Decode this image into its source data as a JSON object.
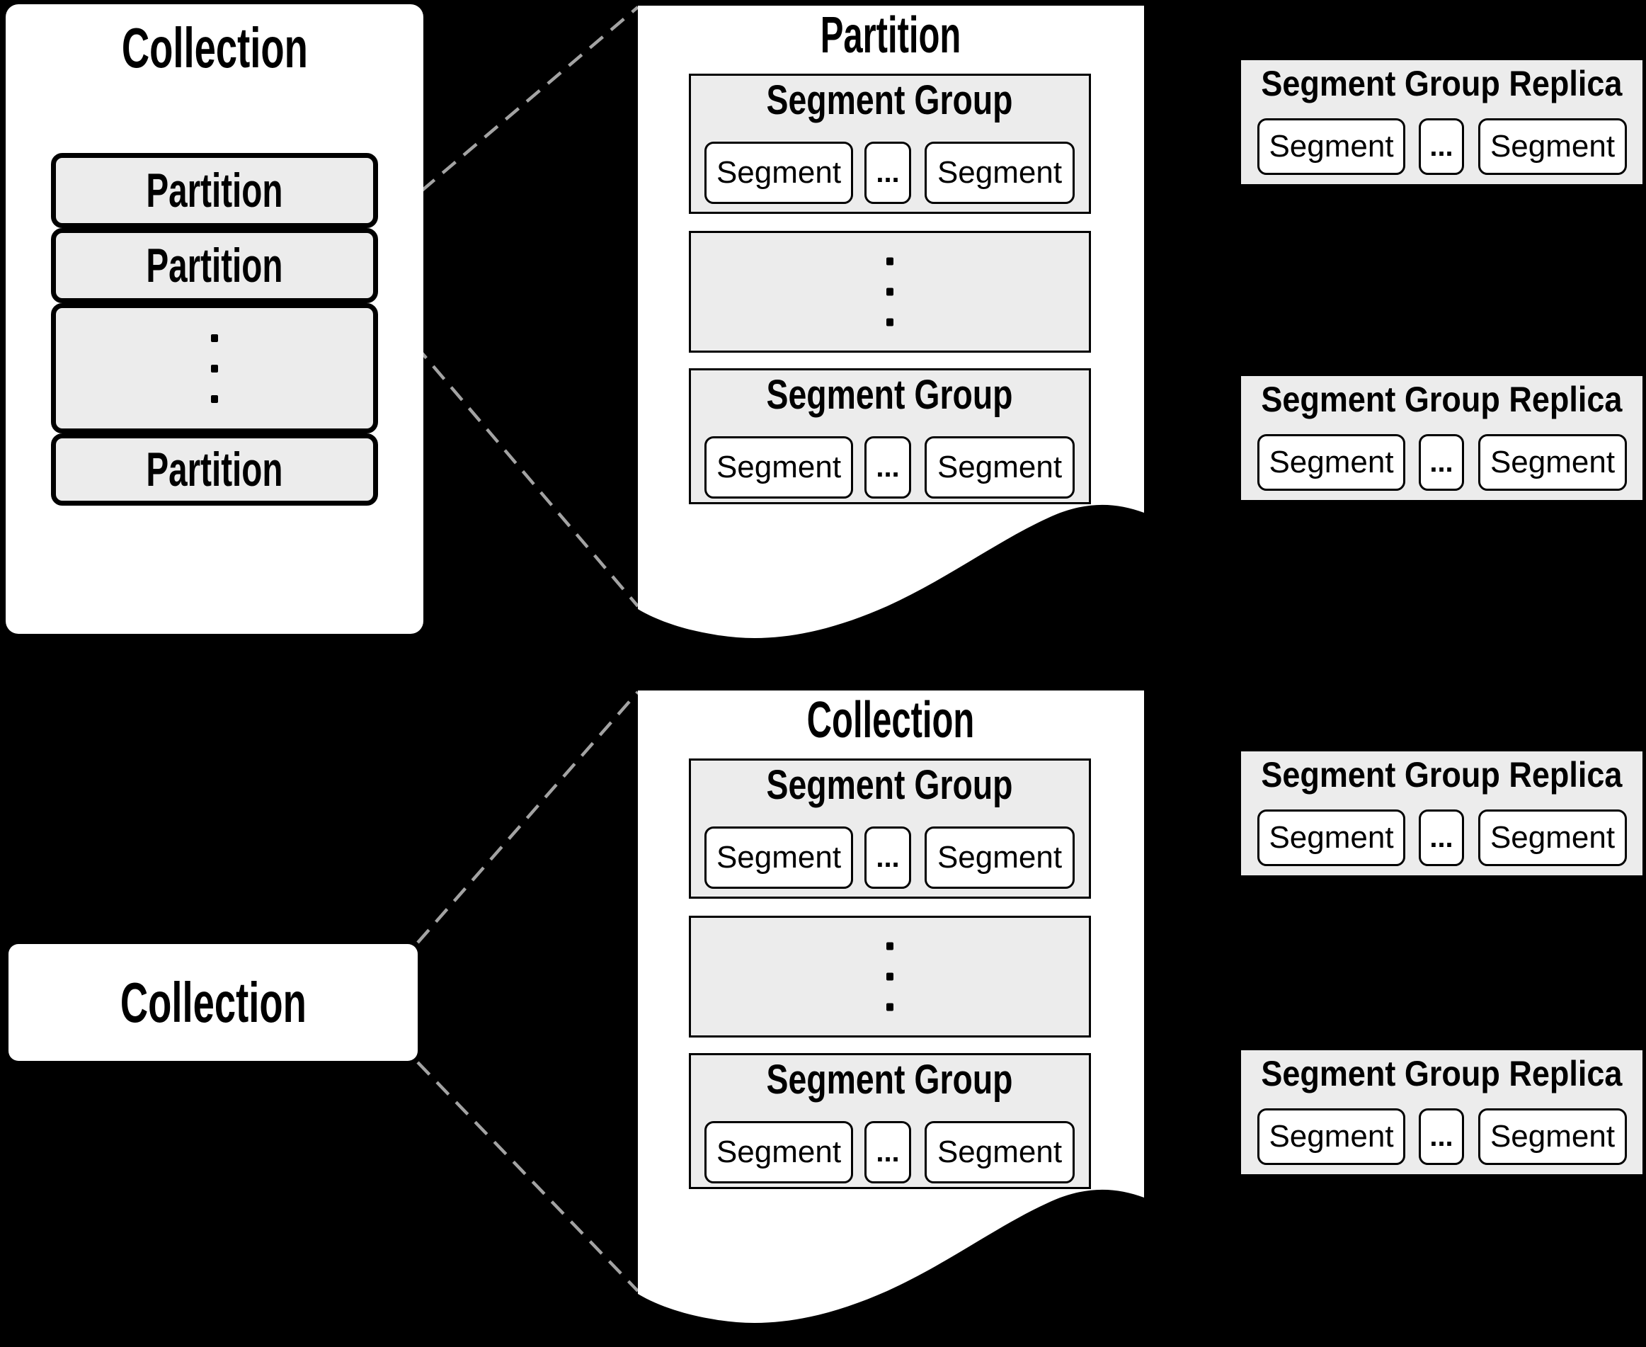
{
  "colors": {
    "background": "#000000",
    "panel_fill": "#ffffff",
    "box_fill": "#ececec",
    "border": "#000000",
    "dashed_connector": "#a3a3a3"
  },
  "collection_panel": {
    "title": "Collection",
    "partitions": [
      {
        "label": "Partition"
      },
      {
        "label": "Partition"
      },
      {
        "label": "Partition"
      }
    ]
  },
  "collection_box": {
    "title": "Collection"
  },
  "documents": [
    {
      "title": "Partition",
      "segment_groups": [
        {
          "title": "Segment Group",
          "segments": [
            "Segment",
            "...",
            "Segment"
          ]
        },
        {
          "title": "Segment Group",
          "segments": [
            "Segment",
            "...",
            "Segment"
          ]
        }
      ]
    },
    {
      "title": "Collection",
      "segment_groups": [
        {
          "title": "Segment Group",
          "segments": [
            "Segment",
            "...",
            "Segment"
          ]
        },
        {
          "title": "Segment Group",
          "segments": [
            "Segment",
            "...",
            "Segment"
          ]
        }
      ]
    }
  ],
  "replicas": [
    {
      "title": "Segment Group Replica",
      "segments": [
        "Segment",
        "...",
        "Segment"
      ]
    },
    {
      "title": "Segment Group Replica",
      "segments": [
        "Segment",
        "...",
        "Segment"
      ]
    },
    {
      "title": "Segment Group Replica",
      "segments": [
        "Segment",
        "...",
        "Segment"
      ]
    },
    {
      "title": "Segment Group Replica",
      "segments": [
        "Segment",
        "...",
        "Segment"
      ]
    }
  ]
}
